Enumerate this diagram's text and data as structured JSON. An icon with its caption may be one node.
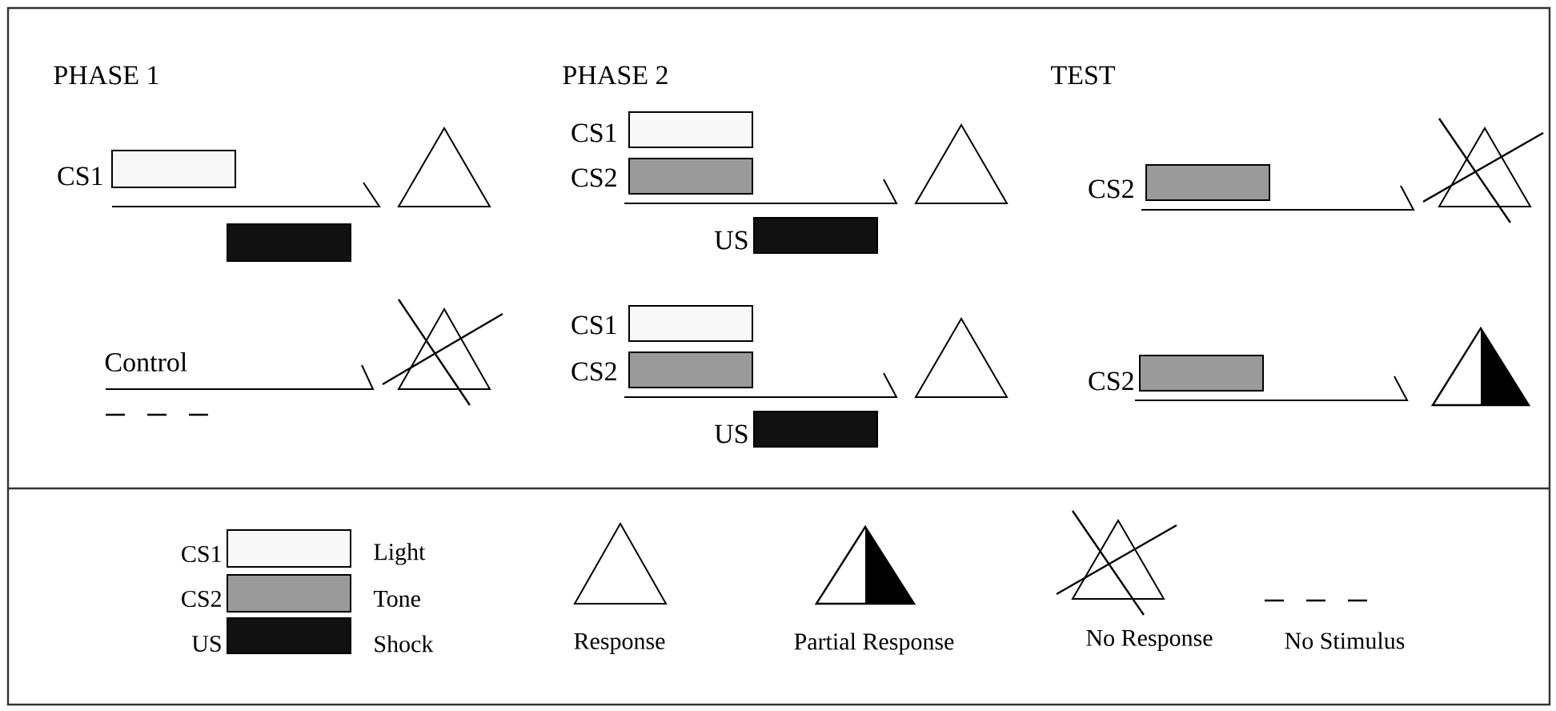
{
  "diagram": {
    "labels": [
      "PHASE 1",
      "PHASE 2",
      "TEST",
      "CS1",
      "Control",
      "CS1",
      "CS2",
      "US",
      "CS1",
      "CS2",
      "US",
      "CS2",
      "CS2",
      "CS1",
      "CS2",
      "US"
    ],
    "legend": [
      {
        "text": "Light",
        "color": "#f8f8f8"
      },
      {
        "text": "Tone",
        "color": "#9a9a9a"
      },
      {
        "text": "Shock",
        "color": "#111111"
      },
      {
        "text": "Response"
      },
      {
        "text": "Partial Response"
      },
      {
        "text": "No Response"
      },
      {
        "text": "No Stimulus"
      }
    ]
  }
}
